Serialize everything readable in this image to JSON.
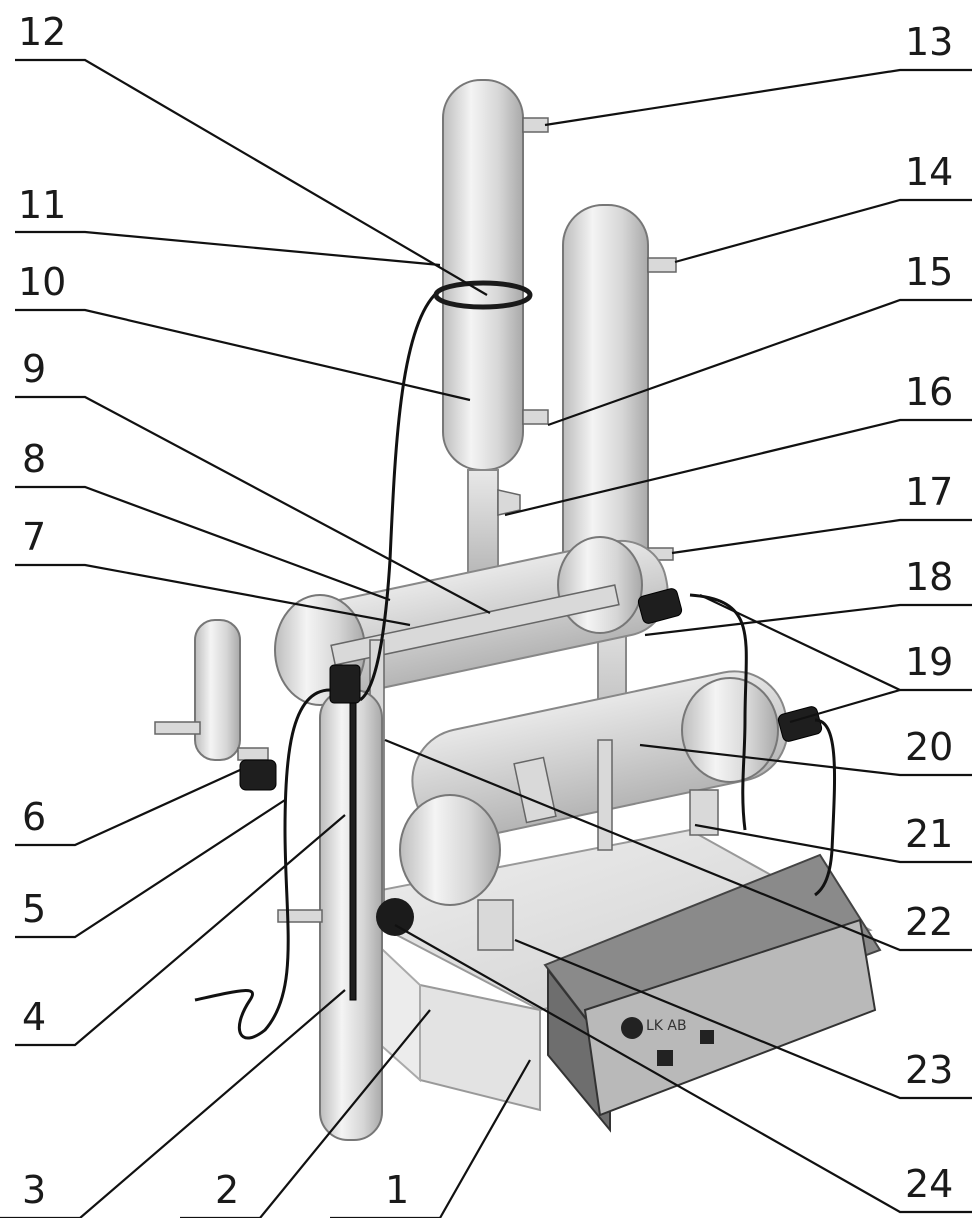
{
  "labels": [
    {
      "id": "1",
      "text": "1"
    },
    {
      "id": "2",
      "text": "2"
    },
    {
      "id": "3",
      "text": "3"
    },
    {
      "id": "4",
      "text": "4"
    },
    {
      "id": "5",
      "text": "5"
    },
    {
      "id": "6",
      "text": "6"
    },
    {
      "id": "7",
      "text": "7"
    },
    {
      "id": "8",
      "text": "8"
    },
    {
      "id": "9",
      "text": "9"
    },
    {
      "id": "10",
      "text": "10"
    },
    {
      "id": "11",
      "text": "11"
    },
    {
      "id": "12",
      "text": "12"
    },
    {
      "id": "13",
      "text": "13"
    },
    {
      "id": "14",
      "text": "14"
    },
    {
      "id": "15",
      "text": "15"
    },
    {
      "id": "16",
      "text": "16"
    },
    {
      "id": "17",
      "text": "17"
    },
    {
      "id": "18",
      "text": "18"
    },
    {
      "id": "19",
      "text": "19"
    },
    {
      "id": "20",
      "text": "20"
    },
    {
      "id": "21",
      "text": "21"
    },
    {
      "id": "22",
      "text": "22"
    },
    {
      "id": "23",
      "text": "23"
    },
    {
      "id": "24",
      "text": "24"
    }
  ],
  "control_panel": {
    "brand": "LK AB"
  }
}
